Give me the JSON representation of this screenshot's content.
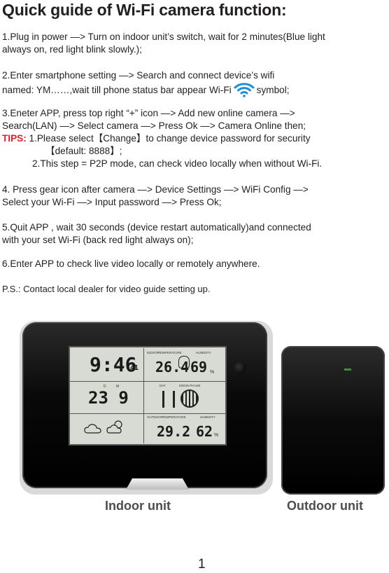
{
  "title": "Quick guide of Wi-Fi camera function:",
  "steps": {
    "s1_l1": "1.Plug in power —> Turn on indoor unit’s switch, wait for 2 minutes(Blue light",
    "s1_l2": "always on, red light blink slowly.);",
    "s2_l1": "2.Enter smartphone setting —> Search and connect device’s wifi",
    "s2_l2a": "named: YM……,wait till phone status bar appear Wi-Fi",
    "s2_l2b": "symbol;",
    "s3_l1": "3.Eneter APP, press top right “+” icon —> Add new online camera —>",
    "s3_l2": "Search(LAN)  —> Select camera —> Press Ok —> Camera Online then;",
    "tips_label": "TIPS:",
    "tips_l1": " 1.Please select【Change】to change device password for security",
    "tips_l2": "【default: 8888】;",
    "tips_l3": "2.This step = P2P mode, can check video locally when without Wi-Fi.",
    "s4_l1": "4. Press gear icon after camera —> Device Settings —> WiFi Config —>",
    "s4_l2": "Select your Wi-Fi —> Input password —> Press Ok;",
    "s5_l1": "5.Quit APP , wait 30 seconds (device restart automatically)and connected",
    "s5_l2": "with your set Wi-Fi (back red light always on);",
    "s6_l1": "6.Enter APP to check live video locally or remotely anywhere.",
    "ps": "P.S.: Contact local dealer for video guide setting up."
  },
  "lcd": {
    "time": "9:46",
    "seconds": "41",
    "indoor_label": "INDOOR",
    "temperature_label": "TEMPERATURE",
    "humidity_label": "HUMIDITY",
    "indoor_temp": "26.4",
    "indoor_humidity": "69",
    "date_d": "D",
    "date_m": "M",
    "date_value": "23 9",
    "day_label": "DAY",
    "moon_phase_label": "MOON PHASE",
    "outdoor_label": "OUTDOOR",
    "outdoor_temp_label": "TEMPERATURE",
    "outdoor_humidity_label": "HUMIDITY",
    "outdoor_temp": "29.2",
    "outdoor_humidity": "62",
    "percent": "%"
  },
  "captions": {
    "indoor": "Indoor unit",
    "outdoor": "Outdoor unit"
  },
  "page_number": "1",
  "colors": {
    "tips": "#e0202a",
    "wifi_icon": "#1a8fd8"
  }
}
